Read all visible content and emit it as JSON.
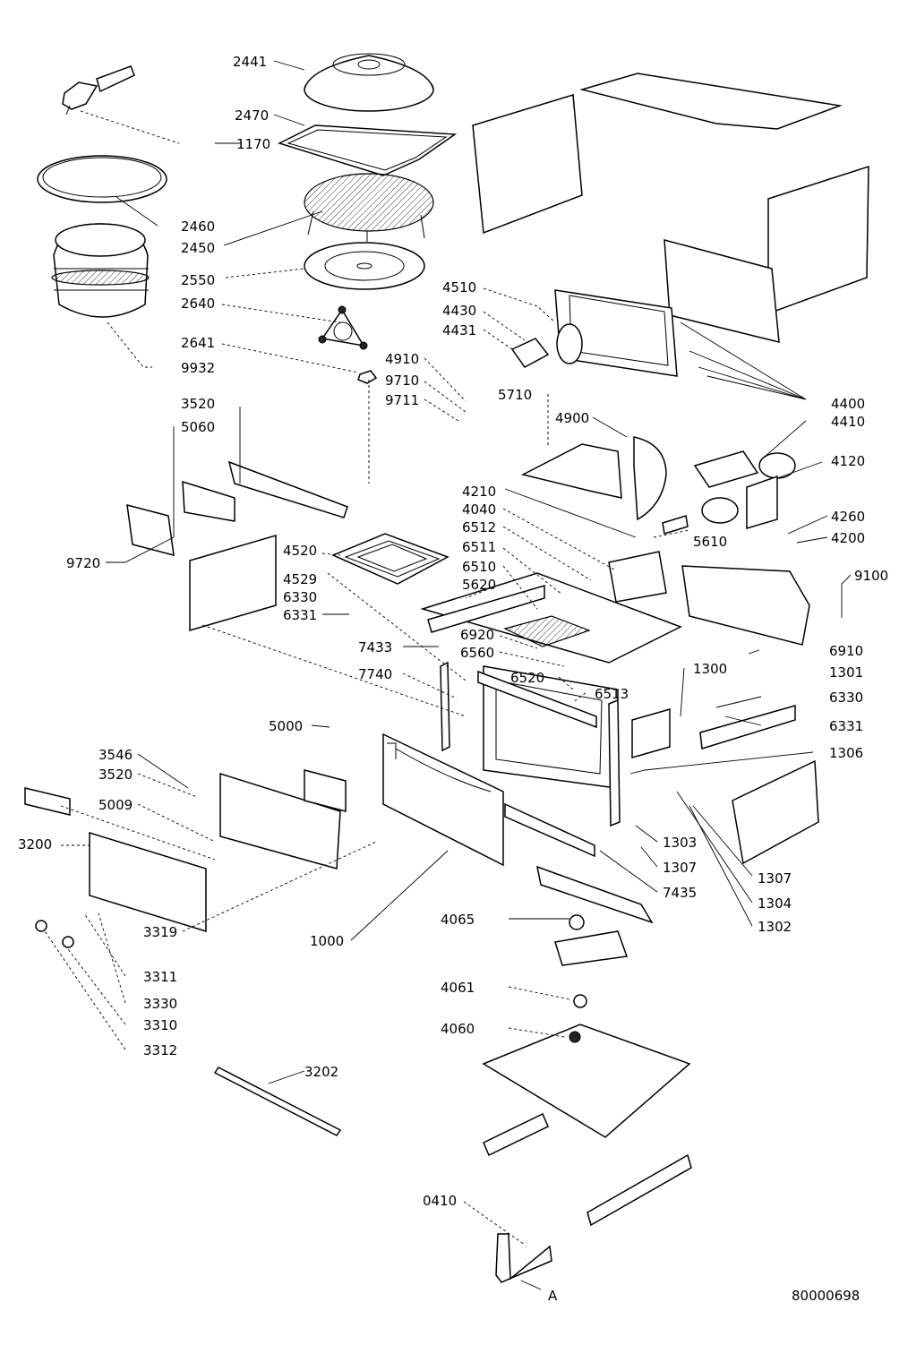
{
  "diagram": {
    "document_code": "80000698",
    "callouts": [
      {
        "id": "2441",
        "text": "2441"
      },
      {
        "id": "2470",
        "text": "2470"
      },
      {
        "id": "1170",
        "text": "1170"
      },
      {
        "id": "2460",
        "text": "2460"
      },
      {
        "id": "2450",
        "text": "2450"
      },
      {
        "id": "2550",
        "text": "2550"
      },
      {
        "id": "2640",
        "text": "2640"
      },
      {
        "id": "2641",
        "text": "2641"
      },
      {
        "id": "9932",
        "text": "9932"
      },
      {
        "id": "3520a",
        "text": "3520"
      },
      {
        "id": "5060",
        "text": "5060"
      },
      {
        "id": "9720",
        "text": "9720"
      },
      {
        "id": "4510",
        "text": "4510"
      },
      {
        "id": "4430",
        "text": "4430"
      },
      {
        "id": "4431",
        "text": "4431"
      },
      {
        "id": "4910",
        "text": "4910"
      },
      {
        "id": "9710",
        "text": "9710"
      },
      {
        "id": "9711",
        "text": "9711"
      },
      {
        "id": "5710",
        "text": "5710"
      },
      {
        "id": "4900",
        "text": "4900"
      },
      {
        "id": "4400",
        "text": "4400"
      },
      {
        "id": "4410",
        "text": "4410"
      },
      {
        "id": "4120",
        "text": "4120"
      },
      {
        "id": "4210",
        "text": "4210"
      },
      {
        "id": "4040",
        "text": "4040"
      },
      {
        "id": "6512",
        "text": "6512"
      },
      {
        "id": "6511",
        "text": "6511"
      },
      {
        "id": "6510",
        "text": "6510"
      },
      {
        "id": "5610",
        "text": "5610"
      },
      {
        "id": "4260",
        "text": "4260"
      },
      {
        "id": "4200",
        "text": "4200"
      },
      {
        "id": "9100",
        "text": "9100"
      },
      {
        "id": "4520",
        "text": "4520"
      },
      {
        "id": "4529",
        "text": "4529"
      },
      {
        "id": "6330a",
        "text": "6330"
      },
      {
        "id": "6331a",
        "text": "6331"
      },
      {
        "id": "5620",
        "text": "5620"
      },
      {
        "id": "6920",
        "text": "6920"
      },
      {
        "id": "6560",
        "text": "6560"
      },
      {
        "id": "6520",
        "text": "6520"
      },
      {
        "id": "6513",
        "text": "6513"
      },
      {
        "id": "6910",
        "text": "6910"
      },
      {
        "id": "7433",
        "text": "7433"
      },
      {
        "id": "7740",
        "text": "7740"
      },
      {
        "id": "1300",
        "text": "1300"
      },
      {
        "id": "1301",
        "text": "1301"
      },
      {
        "id": "6330b",
        "text": "6330"
      },
      {
        "id": "6331b",
        "text": "6331"
      },
      {
        "id": "1306",
        "text": "1306"
      },
      {
        "id": "5000",
        "text": "5000"
      },
      {
        "id": "3546",
        "text": "3546"
      },
      {
        "id": "3520b",
        "text": "3520"
      },
      {
        "id": "5009",
        "text": "5009"
      },
      {
        "id": "3200",
        "text": "3200"
      },
      {
        "id": "3319",
        "text": "3319"
      },
      {
        "id": "1000",
        "text": "1000"
      },
      {
        "id": "1303",
        "text": "1303"
      },
      {
        "id": "1307a",
        "text": "1307"
      },
      {
        "id": "1307b",
        "text": "1307"
      },
      {
        "id": "7435",
        "text": "7435"
      },
      {
        "id": "1304",
        "text": "1304"
      },
      {
        "id": "1302",
        "text": "1302"
      },
      {
        "id": "4065",
        "text": "4065"
      },
      {
        "id": "3311",
        "text": "3311"
      },
      {
        "id": "3330",
        "text": "3330"
      },
      {
        "id": "3310",
        "text": "3310"
      },
      {
        "id": "3312",
        "text": "3312"
      },
      {
        "id": "4061",
        "text": "4061"
      },
      {
        "id": "4060",
        "text": "4060"
      },
      {
        "id": "3202",
        "text": "3202"
      },
      {
        "id": "0410",
        "text": "0410"
      },
      {
        "id": "A",
        "text": "A"
      }
    ]
  }
}
